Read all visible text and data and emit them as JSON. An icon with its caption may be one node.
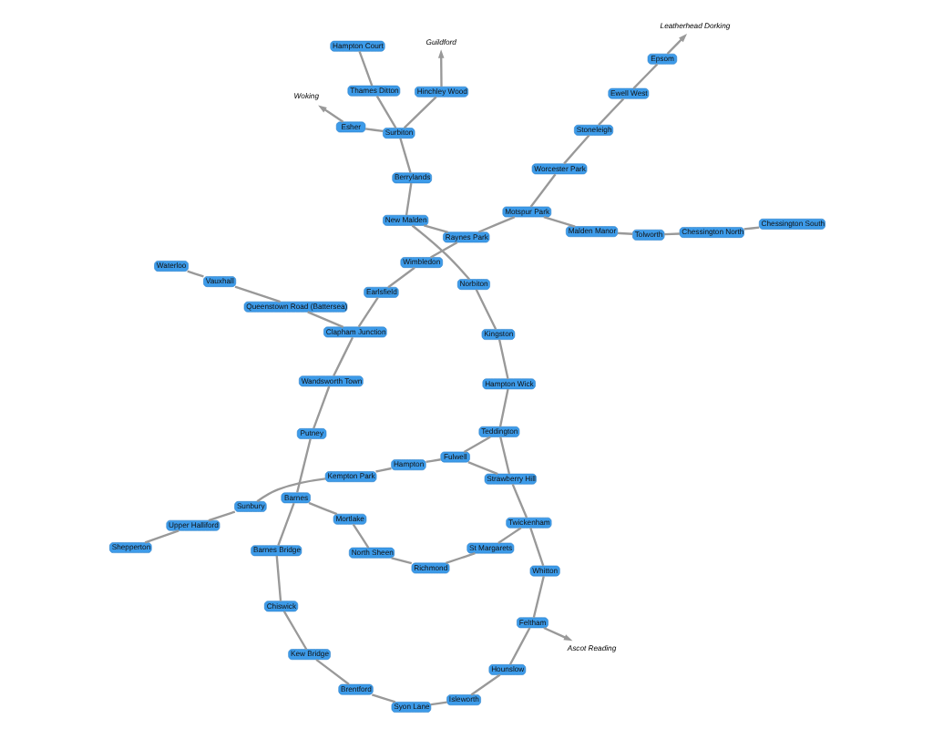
{
  "diagram": {
    "nodes": [
      {
        "text": [
          "Waterloo"
        ]
      },
      {
        "text": [
          "Isleworth"
        ]
      },
      {
        "text": [
          "Syon Lane"
        ]
      },
      {
        "text": [
          "Brentford"
        ]
      },
      {
        "text": [
          "Kew Bridge"
        ]
      },
      {
        "text": [
          "Chiswick"
        ]
      },
      {
        "text": [
          "Vauxhall"
        ]
      },
      {
        "text": [
          "Hounslow"
        ]
      },
      {
        "text": [
          "Barnes Bridge"
        ]
      },
      {
        "text": [
          "Queenstown Road (Battersea)"
        ]
      },
      {
        "text": [
          "Whitton"
        ]
      },
      {
        "text": [
          "Twickenham"
        ]
      },
      {
        "text": [
          "St Margarets"
        ]
      },
      {
        "text": [
          "Richmond"
        ]
      },
      {
        "text": [
          "North Sheen"
        ]
      },
      {
        "text": [
          "Barnes"
        ]
      },
      {
        "text": [
          "Putney"
        ]
      },
      {
        "text": [
          "Wandsworth Town"
        ]
      },
      {
        "text": [
          "Ascot Reading"
        ]
      },
      {
        "text": [
          "Feltham"
        ]
      },
      {
        "text": [
          "Mortlake"
        ]
      },
      {
        "text": [
          "Earlsfield"
        ]
      },
      {
        "text": [
          "Clapham Junction"
        ]
      },
      {
        "text": [
          "Strawberry Hill"
        ]
      },
      {
        "text": [
          "Wimbledon"
        ]
      },
      {
        "text": [
          "Raynes Park"
        ]
      },
      {
        "text": [
          "Sunbury"
        ]
      },
      {
        "text": [
          "Kempton Park"
        ]
      },
      {
        "text": [
          "Hampton"
        ]
      },
      {
        "text": [
          "Fulwell"
        ]
      },
      {
        "text": [
          "Hampton Wick"
        ]
      },
      {
        "text": [
          "Kingston"
        ]
      },
      {
        "text": [
          "Norbiton"
        ]
      },
      {
        "text": [
          "New Malden"
        ]
      },
      {
        "text": [
          "Teddington"
        ]
      },
      {
        "text": [
          "Motspur Park"
        ]
      },
      {
        "text": [
          "Upper Halliford"
        ]
      },
      {
        "text": [
          "Hampton Court"
        ]
      },
      {
        "text": [
          "Berrylands"
        ]
      },
      {
        "text": [
          "Shepperton"
        ]
      },
      {
        "text": [
          "Thames Ditton"
        ]
      },
      {
        "text": [
          "Woking"
        ]
      },
      {
        "text": [
          "Esher"
        ]
      },
      {
        "text": [
          "Surbiton"
        ]
      },
      {
        "text": [
          "Malden Manor"
        ]
      },
      {
        "text": [
          "Worcester Park"
        ]
      },
      {
        "text": [
          "Tolworth"
        ]
      },
      {
        "text": [
          "Hinchley Wood"
        ]
      },
      {
        "text": [
          "Chessington North"
        ]
      },
      {
        "text": [
          "Stoneleigh"
        ]
      },
      {
        "text": [
          "Chessington South"
        ]
      },
      {
        "text": [
          "Ewell West"
        ]
      },
      {
        "text": [
          "Guildford"
        ]
      },
      {
        "text": [
          "Epsom"
        ]
      },
      {
        "text": [
          "Leatherhead Dorking"
        ]
      }
    ],
    "edges": [
      {
        "from": 19,
        "to": 18,
        "arrow": "to"
      },
      {
        "from": 19,
        "to": 7,
        "arrow": "none"
      },
      {
        "from": 19,
        "to": 10,
        "arrow": "none"
      },
      {
        "from": 7,
        "to": 1,
        "arrow": "none"
      },
      {
        "from": 1,
        "to": 2,
        "arrow": "none"
      },
      {
        "from": 2,
        "to": 3,
        "arrow": "none"
      },
      {
        "from": 3,
        "to": 4,
        "arrow": "none"
      },
      {
        "from": 4,
        "to": 5,
        "arrow": "none"
      },
      {
        "from": 5,
        "to": 8,
        "arrow": "none"
      },
      {
        "from": 8,
        "to": 15,
        "arrow": "none"
      },
      {
        "from": 10,
        "to": 11,
        "arrow": "none"
      },
      {
        "from": 11,
        "to": 12,
        "arrow": "none"
      },
      {
        "from": 12,
        "to": 13,
        "arrow": "none"
      },
      {
        "from": 13,
        "to": 14,
        "arrow": "none"
      },
      {
        "from": 14,
        "to": 20,
        "arrow": "none"
      },
      {
        "from": 20,
        "to": 15,
        "arrow": "none"
      },
      {
        "from": 15,
        "to": 16,
        "arrow": "none"
      },
      {
        "from": 16,
        "to": 17,
        "arrow": "none"
      },
      {
        "from": 17,
        "to": 22,
        "arrow": "none"
      },
      {
        "from": 22,
        "to": 9,
        "arrow": "none"
      },
      {
        "from": 9,
        "to": 6,
        "arrow": "none"
      },
      {
        "from": 6,
        "to": 0,
        "arrow": "none"
      },
      {
        "from": 11,
        "to": 23,
        "arrow": "none"
      },
      {
        "from": 23,
        "to": 29,
        "arrow": "none"
      },
      {
        "from": 23,
        "to": 34,
        "arrow": "none"
      },
      {
        "from": 39,
        "to": 36,
        "arrow": "none"
      },
      {
        "from": 36,
        "to": 26,
        "arrow": "none"
      },
      {
        "from": 26,
        "to": 27,
        "arrow": "none"
      },
      {
        "from": 27,
        "to": 28,
        "arrow": "none"
      },
      {
        "from": 28,
        "to": 29,
        "arrow": "none"
      },
      {
        "from": 29,
        "to": 34,
        "arrow": "none"
      },
      {
        "from": 34,
        "to": 30,
        "arrow": "none"
      },
      {
        "from": 30,
        "to": 31,
        "arrow": "none"
      },
      {
        "from": 31,
        "to": 32,
        "arrow": "none"
      },
      {
        "from": 32,
        "to": 33,
        "arrow": "none"
      },
      {
        "from": 33,
        "to": 25,
        "arrow": "none"
      },
      {
        "from": 25,
        "to": 24,
        "arrow": "none"
      },
      {
        "from": 24,
        "to": 21,
        "arrow": "none"
      },
      {
        "from": 21,
        "to": 22,
        "arrow": "none"
      },
      {
        "from": 33,
        "to": 38,
        "arrow": "none"
      },
      {
        "from": 38,
        "to": 43,
        "arrow": "none"
      },
      {
        "from": 43,
        "to": 40,
        "arrow": "none"
      },
      {
        "from": 40,
        "to": 37,
        "arrow": "none"
      },
      {
        "from": 43,
        "to": 42,
        "arrow": "none"
      },
      {
        "from": 42,
        "to": 41,
        "arrow": "to"
      },
      {
        "from": 43,
        "to": 47,
        "arrow": "none"
      },
      {
        "from": 47,
        "to": 52,
        "arrow": "to"
      },
      {
        "from": 25,
        "to": 35,
        "arrow": "none"
      },
      {
        "from": 35,
        "to": 44,
        "arrow": "none"
      },
      {
        "from": 44,
        "to": 46,
        "arrow": "none"
      },
      {
        "from": 46,
        "to": 48,
        "arrow": "none"
      },
      {
        "from": 48,
        "to": 50,
        "arrow": "none"
      },
      {
        "from": 35,
        "to": 45,
        "arrow": "none"
      },
      {
        "from": 45,
        "to": 49,
        "arrow": "none"
      },
      {
        "from": 49,
        "to": 51,
        "arrow": "none"
      },
      {
        "from": 51,
        "to": 53,
        "arrow": "none"
      },
      {
        "from": 53,
        "to": 54,
        "arrow": "to"
      }
    ]
  }
}
